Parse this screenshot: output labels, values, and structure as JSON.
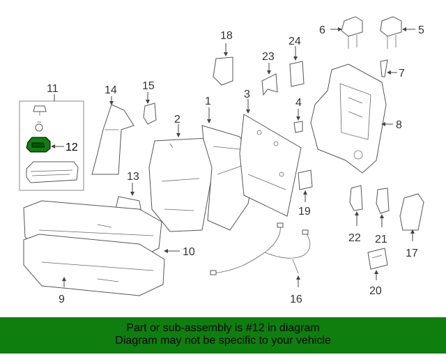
{
  "callouts": {
    "c1": "1",
    "c2": "2",
    "c3": "3",
    "c4": "4",
    "c5": "5",
    "c6": "6",
    "c7": "7",
    "c8": "8",
    "c9": "9",
    "c10": "10",
    "c11": "11",
    "c12": "12",
    "c13": "13",
    "c14": "14",
    "c15": "15",
    "c17": "17",
    "c16": "16",
    "c18": "18",
    "c19": "19",
    "c20": "20",
    "c21": "21",
    "c22": "22",
    "c23": "23",
    "c24": "24"
  },
  "highlight": {
    "part_number": "12",
    "color": "#0e7f0e"
  },
  "banner": {
    "line1": "Part or sub-assembly is #12 in diagram",
    "line2": "Diagram may not be specific to your vehicle",
    "color": "#0e7f0e"
  }
}
